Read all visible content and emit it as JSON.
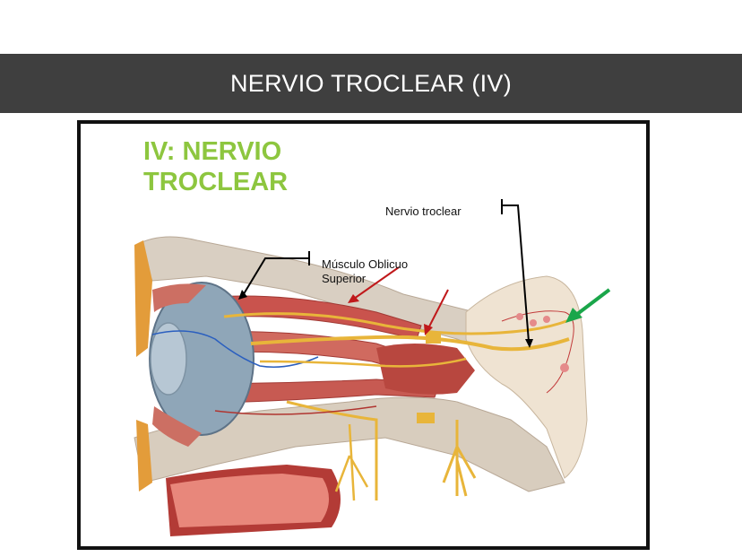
{
  "slide": {
    "title": "NERVIO TROCLEAR (IV)"
  },
  "figure": {
    "heading_line1": "IV: NERVIO",
    "heading_line2": "TROCLEAR",
    "label_nervio_troclear": "Nervio troclear",
    "label_musculo_line1": "Músculo Oblicuo",
    "label_musculo_line2": "Superior"
  },
  "colors": {
    "title_bar": "#3f3f3f",
    "heading_green": "#8dc63f",
    "arrow_red": "#c0191b",
    "arrow_green": "#1aa64a",
    "nerve_yellow": "#e8b53a",
    "muscle_red": "#c9534d"
  }
}
